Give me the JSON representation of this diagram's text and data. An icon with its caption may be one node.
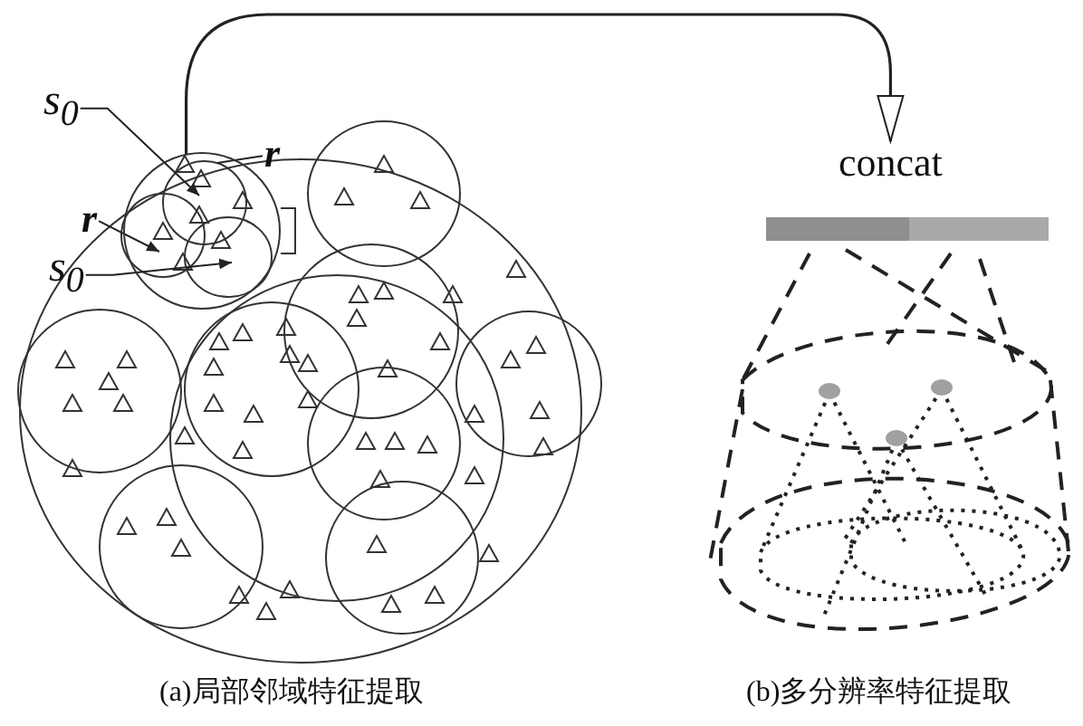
{
  "diagram": {
    "nodes": [
      {
        "text": [],
        "shape": "circle"
      },
      {
        "text": [
          "concat"
        ]
      },
      {
        "text": [
          "s$_{0}$"
        ]
      },
      {
        "text": [
          "r"
        ]
      },
      {
        "text": [
          "r"
        ]
      },
      {
        "text": [
          "s$_{0}$"
        ]
      }
    ],
    "edges": [
      {
        "from": 0,
        "to": 1,
        "arrow": "to"
      },
      {
        "from": 2,
        "to": 0,
        "arrow": "to"
      },
      {
        "from": 3,
        "to": 0,
        "arrow": "none"
      },
      {
        "from": 4,
        "to": 0,
        "arrow": "to"
      },
      {
        "from": 5,
        "to": 0,
        "arrow": "to"
      }
    ],
    "labels": [
      "(a)局部邻域特征提取",
      "(b)多分辨率特征提取"
    ]
  }
}
